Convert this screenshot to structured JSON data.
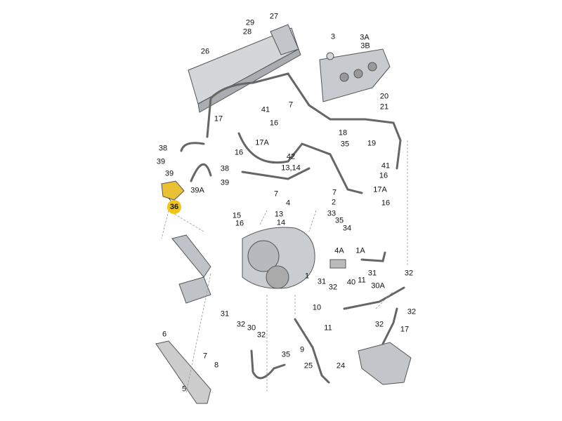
{
  "diagram": {
    "highlight_color": "#f0c419",
    "part_color": "#c9ccd0",
    "labels": [
      "29",
      "28",
      "27",
      "26",
      "3",
      "3A",
      "3B",
      "20",
      "21",
      "17",
      "41",
      "7",
      "16",
      "17A",
      "16",
      "18",
      "19",
      "35",
      "42",
      "13,14",
      "38",
      "39",
      "38",
      "39",
      "39",
      "39A",
      "36",
      "41",
      "16",
      "17A",
      "16",
      "7",
      "7",
      "4",
      "2",
      "33",
      "15",
      "16",
      "13",
      "14",
      "35",
      "34",
      "4A",
      "1A",
      "1",
      "31",
      "32",
      "40",
      "11",
      "31",
      "32",
      "30A",
      "32",
      "10",
      "11",
      "32",
      "17",
      "9",
      "25",
      "24",
      "31",
      "32",
      "30",
      "32",
      "35",
      "6",
      "7",
      "8",
      "5"
    ],
    "highlighted_label": "36"
  }
}
